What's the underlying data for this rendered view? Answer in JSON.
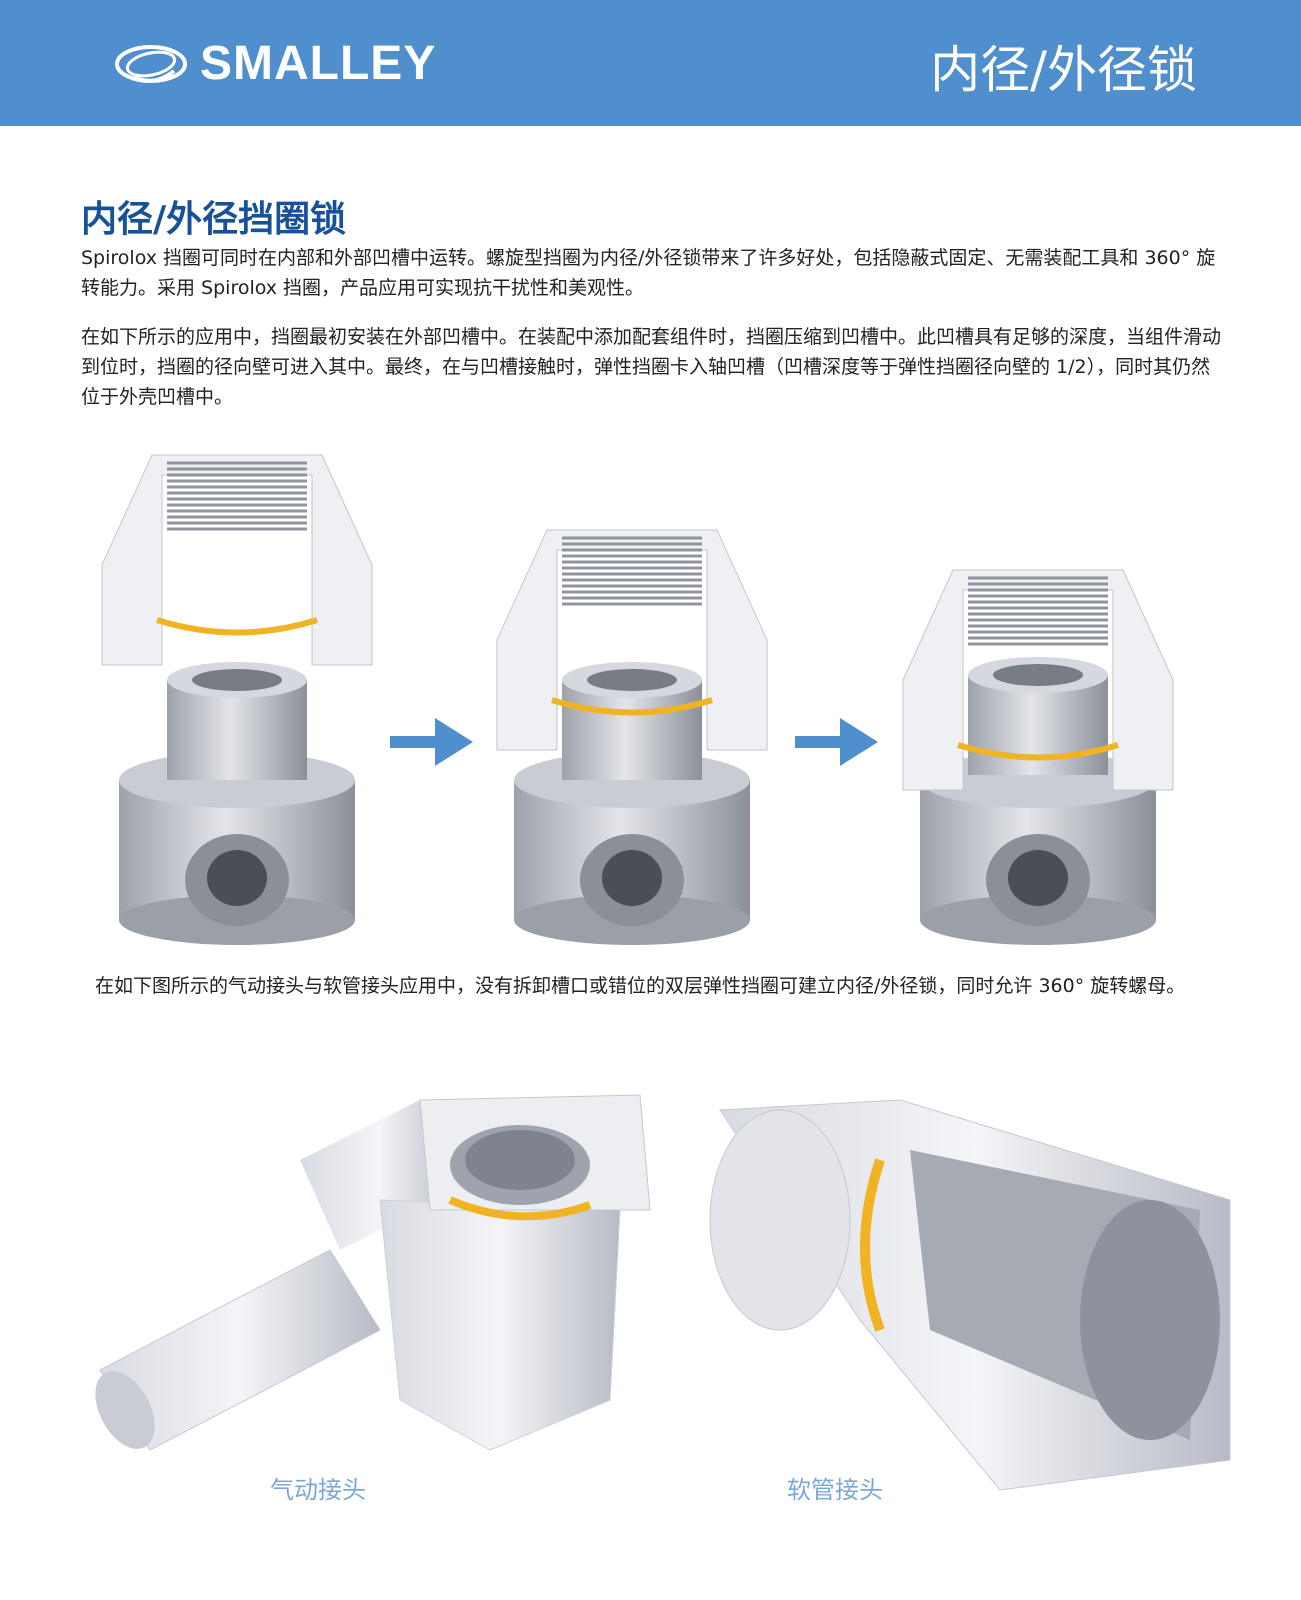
{
  "header": {
    "brand": "SMALLEY",
    "title": "内径/外径锁",
    "brand_color": "#4f8fcd"
  },
  "section": {
    "title": "内径/外径挡圈锁",
    "paragraphs": [
      "Spirolox 挡圈可同时在内部和外部凹槽中运转。螺旋型挡圈为内径/外径锁带来了许多好处，包括隐蔽式固定、无需装配工具和 360° 旋转能力。采用 Spirolox 挡圈，产品应用可实现抗干扰性和美观性。",
      "在如下所示的应用中，挡圈最初安装在外部凹槽中。在装配中添加配套组件时，挡圈压缩到凹槽中。此凹槽具有足够的深度，当组件滑动到位时，挡圈的径向壁可进入其中。最终，在与凹槽接触时，弹性挡圈卡入轴凹槽（凹槽深度等于弹性挡圈径向壁的 1/2），同时其仍然位于外壳凹槽中。",
      "在如下图所示的气动接头与软管接头应用中，没有拆卸槽口或错位的双层弹性挡圈可建立内径/外径锁，同时允许 360° 旋转螺母。"
    ]
  },
  "figures": {
    "steps": [
      "separated",
      "compressed",
      "locked"
    ],
    "arrow_icon": "arrow-right-icon",
    "arrow_color": "#4f8fcd",
    "ring_color": "#f0b323"
  },
  "captions": {
    "pneumatic": "气动接头",
    "hose": "软管接头"
  }
}
